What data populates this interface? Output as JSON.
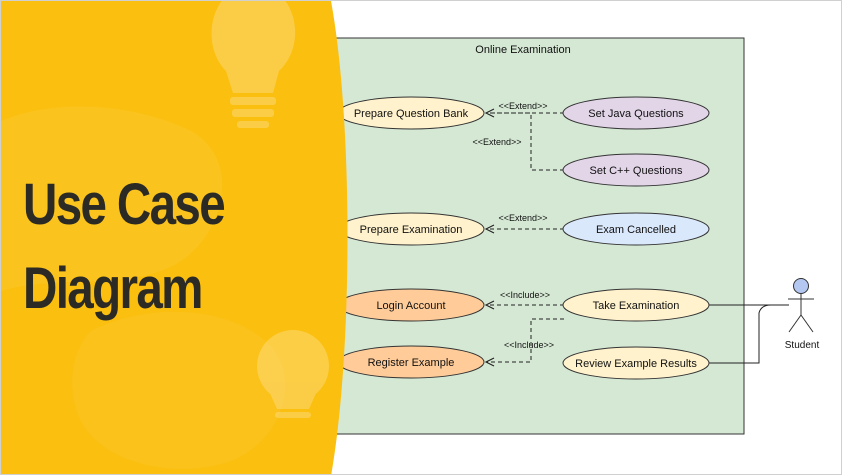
{
  "headline": {
    "line1": "Use Case",
    "line2": "Diagram"
  },
  "colors": {
    "panel_yellow": "#fbbf0f",
    "system_fill": "#d5e8d4",
    "usecase_yellow": "#fff2cc",
    "usecase_purple": "#e1d5e7",
    "usecase_blue": "#dae8fc",
    "usecase_orange": "#ffcc99",
    "actor_fill": "#b3c7f0"
  },
  "diagram": {
    "system_title": "Online Examination",
    "use_cases": {
      "prepare_question_bank": "Prepare Question Bank",
      "set_java_questions": "Set Java Questions",
      "set_cpp_questions": "Set C++ Questions",
      "prepare_examination": "Prepare Examination",
      "exam_cancelled": "Exam Cancelled",
      "login_account": "Login Account",
      "take_examination": "Take Examination",
      "register_example": "Register Example",
      "review_example_results": "Review Example Results"
    },
    "relationships": {
      "extend_java": "<<Extend>>",
      "extend_cpp": "<<Extend>>",
      "extend_cancel": "<<Extend>>",
      "include_login": "<<Include>>",
      "include_register": "<<Include>>"
    },
    "actor": "Student"
  }
}
